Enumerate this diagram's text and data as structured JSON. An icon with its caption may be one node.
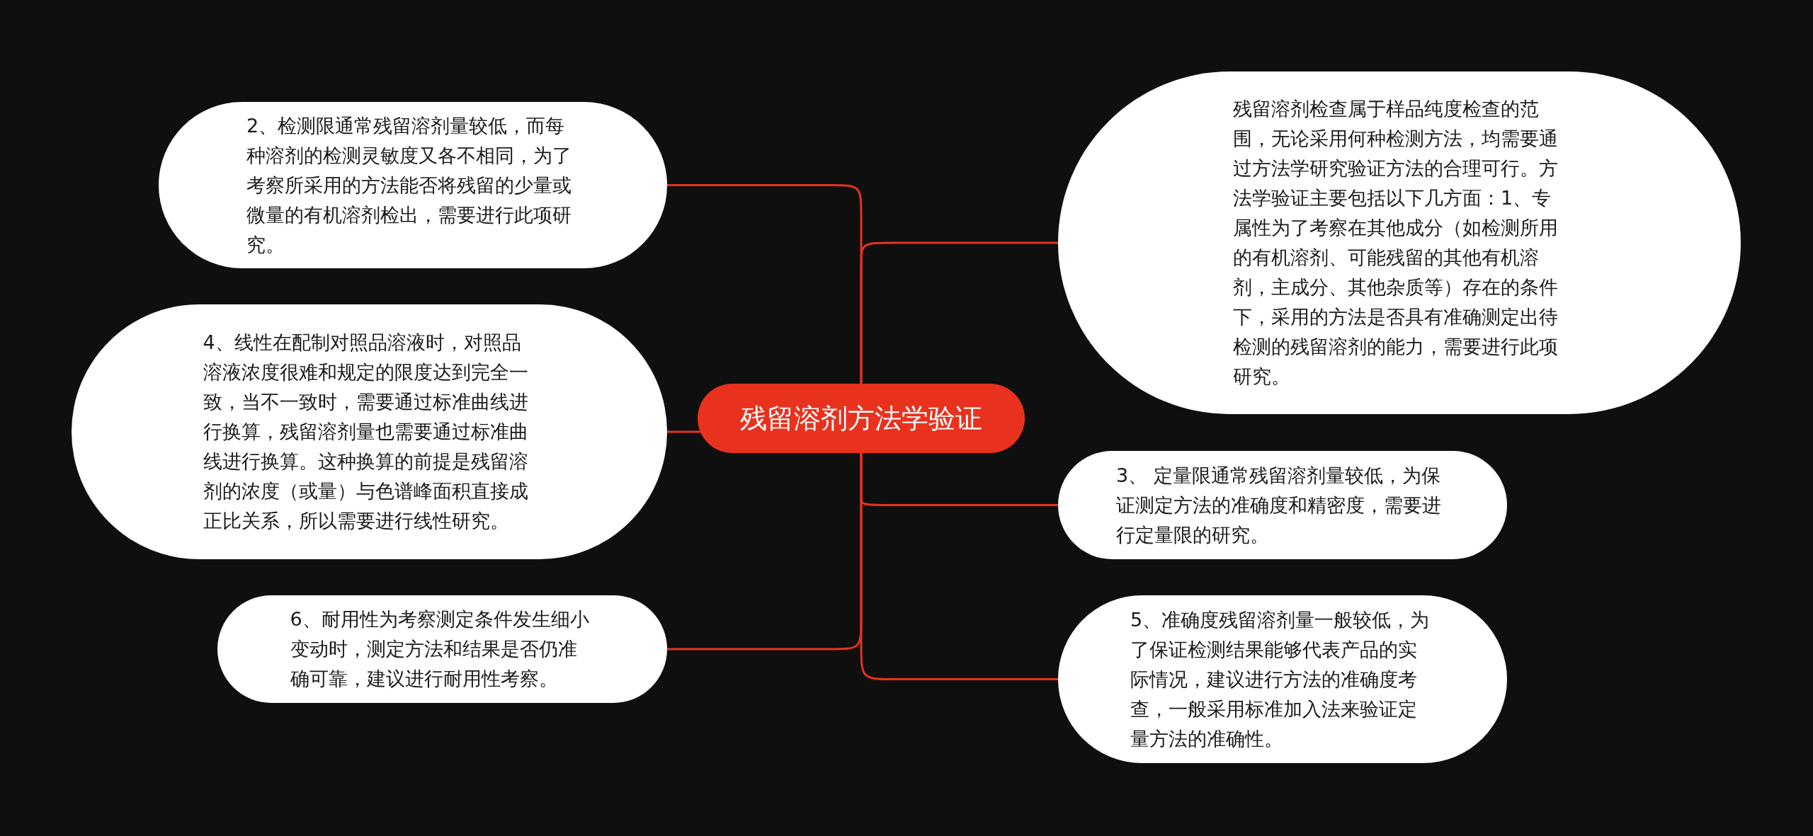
{
  "diagram": {
    "nodes": [
      {
        "text": [
          "残留溶剂方法学验证"
        ]
      },
      {
        "text": [
          "残留溶剂检查属于样品纯度检查的范围，无论采用何种检测方法，均需要通过方法学研究验证方法的合理可行。方法学验证主要包括以下几方面：1、专属性为了考察在其他成分（如检测所用的有机溶剂、可能残留的其他有机溶剂，主成分、其他杂质等）存在的条件下，采用的方法是否具有准确测定出待检测的残留溶剂的能力，需要进行此项研究。"
        ]
      },
      {
        "text": [
          "2、检测限通常残留溶剂量较低，而每种溶剂的检测灵敏度又各不相同，为了考察所采用的方法能否将残留的少量或微量的有机溶剂检出，需要进行此项研究。"
        ]
      },
      {
        "text": [
          "3、 定量限通常残留溶剂量较低，为保证测定方法的准确度和精密度，需要进行定量限的研究。"
        ]
      },
      {
        "text": [
          "4、线性在配制对照品溶液时，对照品溶液浓度很难和规定的限度达到完全一致，当不一致时，需要通过标准曲线进行换算，残留溶剂量也需要通过标准曲线进行换算。这种换算的前提是残留溶剂的浓度（或量）与色谱峰面积直接成正比关系，所以需要进行线性研究。"
        ]
      },
      {
        "text": [
          "5、准确度残留溶剂量一般较低，为了保证检测结果能够代表产品的实际情况，建议进行方法的准确度考查，一般采用标准加入法来验证定量方法的准确性。"
        ]
      },
      {
        "text": [
          "6、耐用性为考察测定条件发生细小变动时，测定方法和结果是否仍准确可靠，建议进行耐用性考察。"
        ]
      }
    ],
    "edges": [
      {
        "from": 0,
        "to": 1,
        "arrow": "none"
      },
      {
        "from": 0,
        "to": 2,
        "arrow": "none"
      },
      {
        "from": 0,
        "to": 3,
        "arrow": "none"
      },
      {
        "from": 0,
        "to": 4,
        "arrow": "none"
      },
      {
        "from": 0,
        "to": 5,
        "arrow": "none"
      },
      {
        "from": 0,
        "to": 6,
        "arrow": "none"
      }
    ]
  }
}
